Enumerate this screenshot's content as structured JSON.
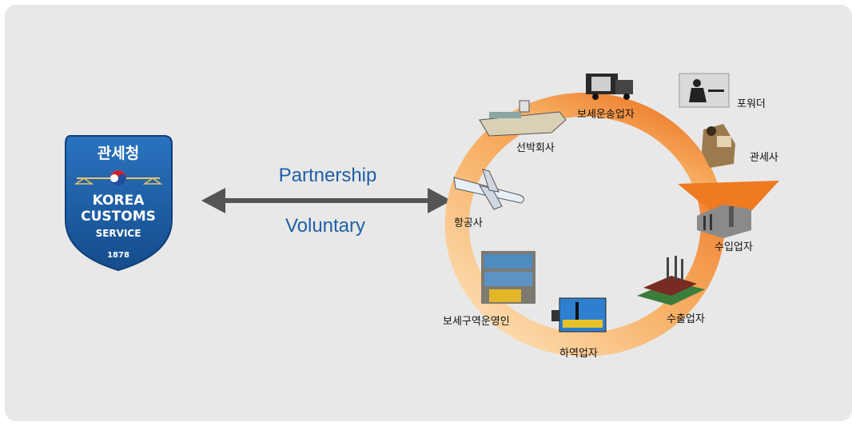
{
  "logo": {
    "title_ko": "관세청",
    "line1": "KOREA",
    "line2": "CUSTOMS",
    "line3": "SERVICE",
    "year": "1878"
  },
  "relation": {
    "top_label": "Partnership",
    "bottom_label": "Voluntary"
  },
  "cycle": {
    "nodes": [
      {
        "id": "forwarder",
        "label": "포워더",
        "icon": "desk-worker-icon"
      },
      {
        "id": "customs-broker",
        "label": "관세사",
        "icon": "broker-icon"
      },
      {
        "id": "importer",
        "label": "수입업자",
        "icon": "factory-icon"
      },
      {
        "id": "exporter",
        "label": "수출업자",
        "icon": "plant-icon"
      },
      {
        "id": "stevedore",
        "label": "하역업자",
        "icon": "port-crane-icon"
      },
      {
        "id": "bonded-area-operator",
        "label": "보세구역운영인",
        "icon": "warehouse-icon"
      },
      {
        "id": "airline",
        "label": "항공사",
        "icon": "airplane-icon"
      },
      {
        "id": "shipping-company",
        "label": "선박회사",
        "icon": "ship-icon"
      },
      {
        "id": "bonded-transporter",
        "label": "보세운송업자",
        "icon": "truck-icon"
      }
    ]
  },
  "colors": {
    "shield": "#1c5da6",
    "arrow": "#555555",
    "ring_light": "#fbd7a0",
    "ring_dark": "#ef7d24",
    "text_blue": "#1f5fa8"
  }
}
